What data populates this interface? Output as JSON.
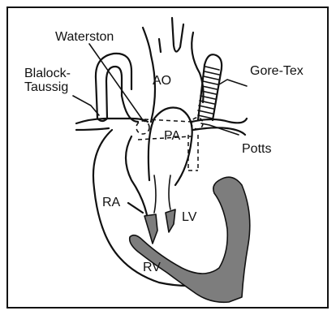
{
  "labels": {
    "waterston": "Waterston",
    "blalock_line1": "Blalock-",
    "blalock_line2": "Taussig",
    "ao": "AO",
    "gore_tex": "Gore-Tex",
    "pa": "PA",
    "potts": "Potts",
    "ra": "RA",
    "lv": "LV",
    "rv": "RV"
  },
  "colors": {
    "line": "#111111",
    "muscle": "#7d7d7d",
    "background": "#ffffff"
  }
}
